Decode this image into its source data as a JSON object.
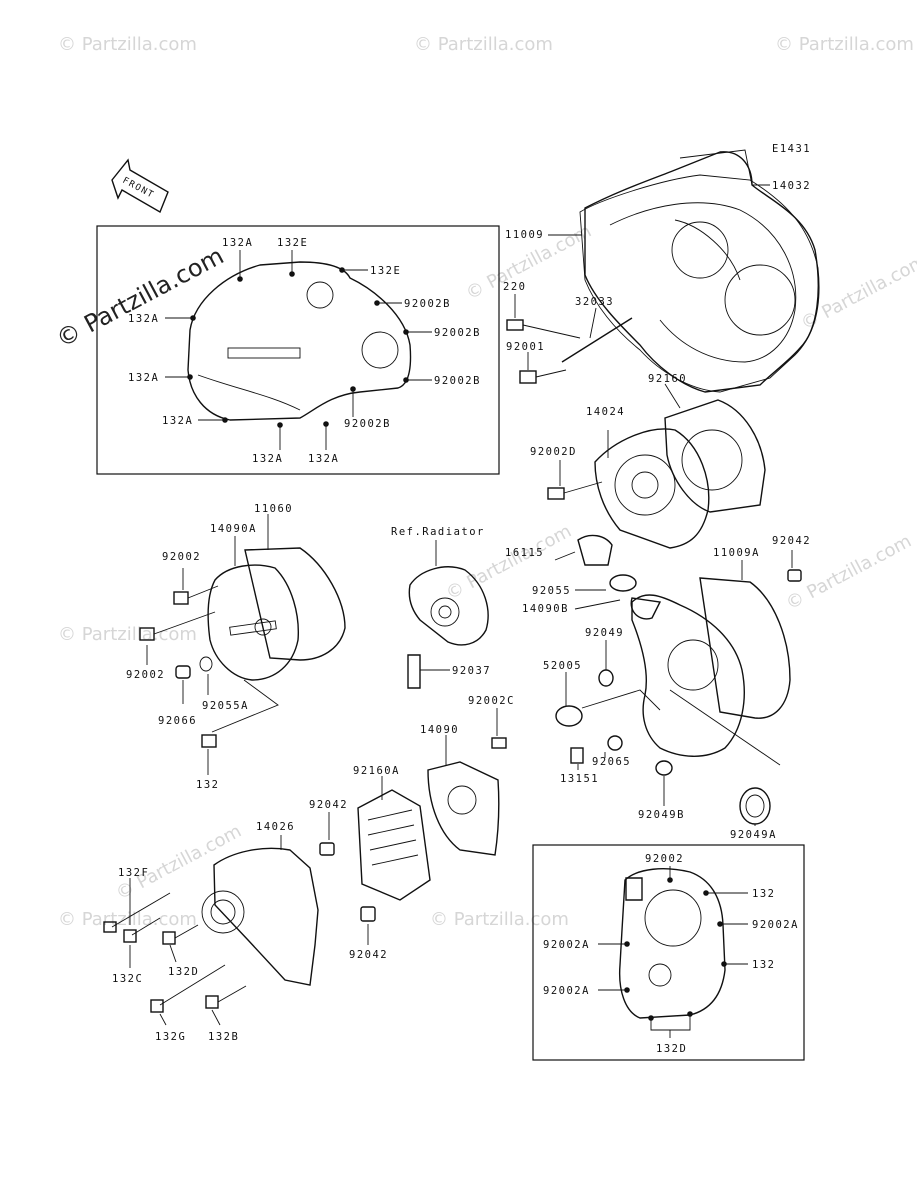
{
  "diagram": {
    "ref_code": "E1431",
    "front_arrow": "FRONT",
    "watermark": "© Partzilla.com",
    "labels": {
      "l132A_1": "132A",
      "l132E_1": "132E",
      "l132E_2": "132E",
      "l92002B_1": "92002B",
      "l132A_2": "132A",
      "l92002B_2": "92002B",
      "l132A_3": "132A",
      "l92002B_3": "92002B",
      "l132A_4": "132A",
      "l92002B_4": "92002B",
      "l132A_5": "132A",
      "l132A_6": "132A",
      "l11009": "11009",
      "l14032": "14032",
      "l220": "220",
      "l32033": "32033",
      "l92001": "92001",
      "l92160": "92160",
      "l14024": "14024",
      "l92002D": "92002D",
      "l11060": "11060",
      "l14090A": "14090A",
      "l92002_1": "92002",
      "l92002_2": "92002",
      "l92066": "92066",
      "l92055A": "92055A",
      "l132": "132",
      "ref_radiator": "Ref.Radiator",
      "l92037": "92037",
      "l16115": "16115",
      "l92055": "92055",
      "l14090B": "14090B",
      "l11009A": "11009A",
      "l92042_1": "92042",
      "l92049": "92049",
      "l52005": "52005",
      "l92065": "92065",
      "l13151": "13151",
      "l92049B": "92049B",
      "l92049A": "92049A",
      "l14090": "14090",
      "l92002C": "92002C",
      "l92160A": "92160A",
      "l92042_2": "92042",
      "l14026": "14026",
      "l132F": "132F",
      "l132C": "132C",
      "l132D_1": "132D",
      "l132G": "132G",
      "l132B": "132B",
      "l92042_3": "92042",
      "l92002_3": "92002",
      "l132_2": "132",
      "l92002A_1": "92002A",
      "l92002A_2": "92002A",
      "l132_3": "132",
      "l92002A_3": "92002A",
      "l132D_2": "132D"
    }
  }
}
